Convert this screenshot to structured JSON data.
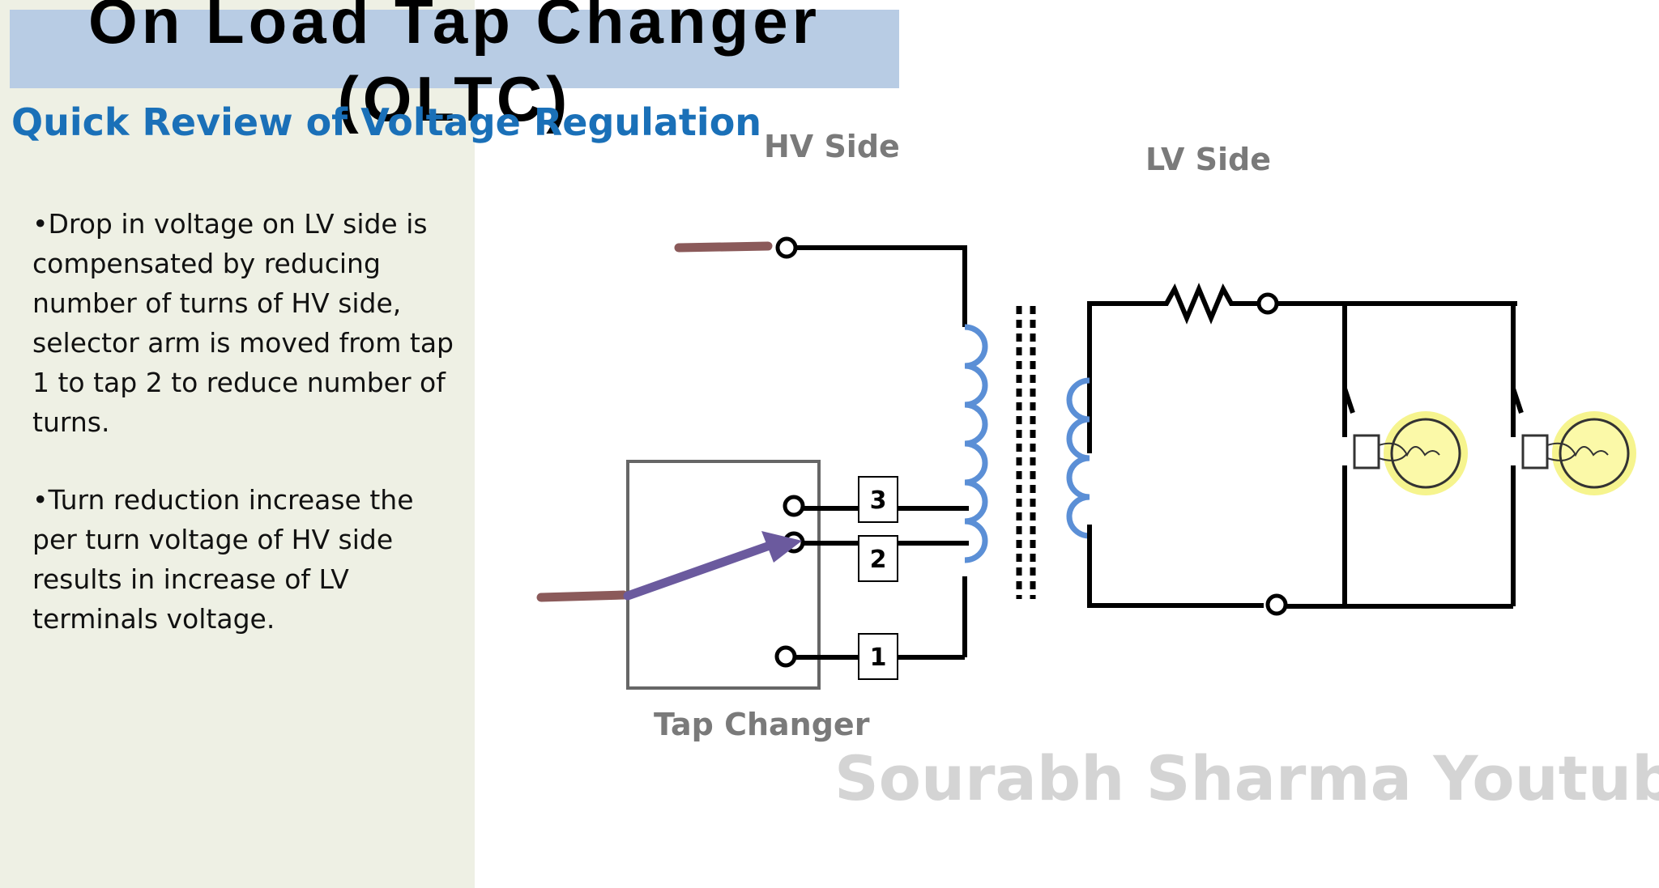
{
  "slide": {
    "title": "On Load Tap Changer (OLTC)",
    "subtitle": "Quick Review of Voltage Regulation",
    "bullets": [
      "•Drop in voltage on LV side is compensated by reducing number of turns of HV side, selector arm is moved from tap 1 to tap 2 to reduce number of turns.",
      "•Turn reduction increase the per turn voltage of HV side results in increase of LV terminals voltage."
    ]
  },
  "diagram": {
    "hv_label": "HV Side",
    "lv_label": "LV Side",
    "tap_changer_label": "Tap Changer",
    "taps": [
      "3",
      "2",
      "1"
    ],
    "watermark": "Sourabh Sharma Youtube Channel"
  },
  "colors": {
    "title_bar": "#b8cce4",
    "left_panel": "#eef0e4",
    "subtitle": "#1a70b8",
    "coil": "#5b8fd6",
    "selector_arm": "#6b5a9e",
    "lead": "#8b5a5a",
    "bulb": "#f4f27a"
  },
  "icons": [
    "resistor-icon",
    "switch-icon",
    "bulb-icon"
  ]
}
